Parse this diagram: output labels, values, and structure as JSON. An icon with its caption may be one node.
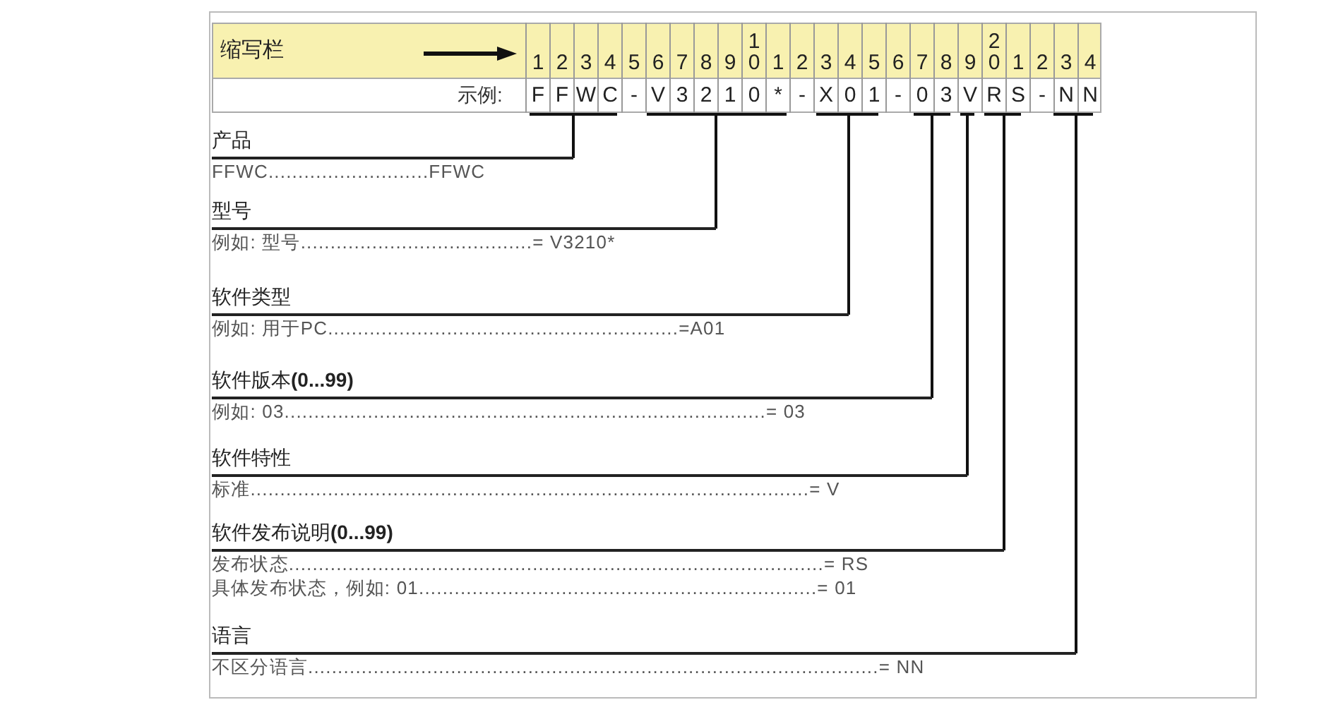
{
  "diagram": {
    "nodes": [
      {
        "text": [],
        "shape": "bar"
      },
      {
        "text": [],
        "shape": "bar"
      },
      {
        "text": [],
        "shape": "bar"
      },
      {
        "text": [],
        "shape": "bar"
      },
      {
        "text": [],
        "shape": "bar"
      },
      {
        "text": [],
        "shape": "bar"
      },
      {
        "text": [],
        "shape": "bar"
      },
      {
        "text": [
          "产品",
          "FFWC...........................FFWC"
        ]
      },
      {
        "text": [
          "型号",
          "例如: 型号.......................................= V3210*"
        ]
      },
      {
        "text": [
          "软件类型",
          "例如: 用于PC...........................................................=A01"
        ]
      },
      {
        "text": [
          "软件版本**(0...99)**",
          "例如: 03.................................................................................= 03"
        ]
      },
      {
        "text": [
          "软件特性",
          "标准..............................................................................................= V"
        ]
      },
      {
        "text": [
          "软件发布说明**(0...99)**",
          "发布状态..........................................................................................= RS",
          "具体发布状态，例如: 01...................................................................= 01"
        ]
      },
      {
        "text": [
          "语言",
          "不区分语言................................................................................................= NN"
        ]
      }
    ],
    "edges": [
      {
        "from": 0,
        "to": 7,
        "arrow": "none"
      },
      {
        "from": 1,
        "to": 8,
        "arrow": "none"
      },
      {
        "from": 2,
        "to": 9,
        "arrow": "none"
      },
      {
        "from": 3,
        "to": 10,
        "arrow": "none"
      },
      {
        "from": 4,
        "to": 11,
        "arrow": "none"
      },
      {
        "from": 5,
        "to": 12,
        "arrow": "none"
      },
      {
        "from": 6,
        "to": 13,
        "arrow": "none"
      }
    ],
    "labels": [
      "缩写栏",
      "1",
      "2",
      "3",
      "4",
      "5",
      "6",
      "7",
      "8",
      "9",
      "10",
      "1",
      "2",
      "3",
      "4",
      "5",
      "6",
      "7",
      "8",
      "9",
      "20",
      "1",
      "2",
      "3",
      "4",
      "示例:",
      "F",
      "F",
      "W",
      "C",
      "-",
      "V",
      "3",
      "2",
      "1",
      "0",
      "*",
      "-",
      "X",
      "0",
      "1",
      "-",
      "0",
      "3",
      "V",
      "R",
      "S",
      "-",
      "N",
      "N"
    ]
  }
}
